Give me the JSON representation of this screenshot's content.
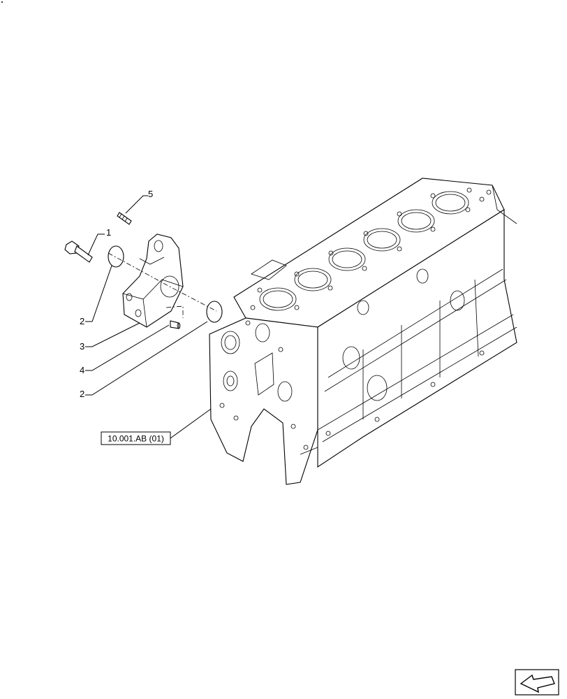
{
  "callouts": {
    "c1": "1",
    "c2a": "2",
    "c3": "3",
    "c4": "4",
    "c2b": "2",
    "c5": "5"
  },
  "reference": {
    "label": "10.001.AB (01)"
  },
  "icons": {
    "corner_dot": "dot",
    "nav_arrow": "previous-page-arrow-icon"
  }
}
